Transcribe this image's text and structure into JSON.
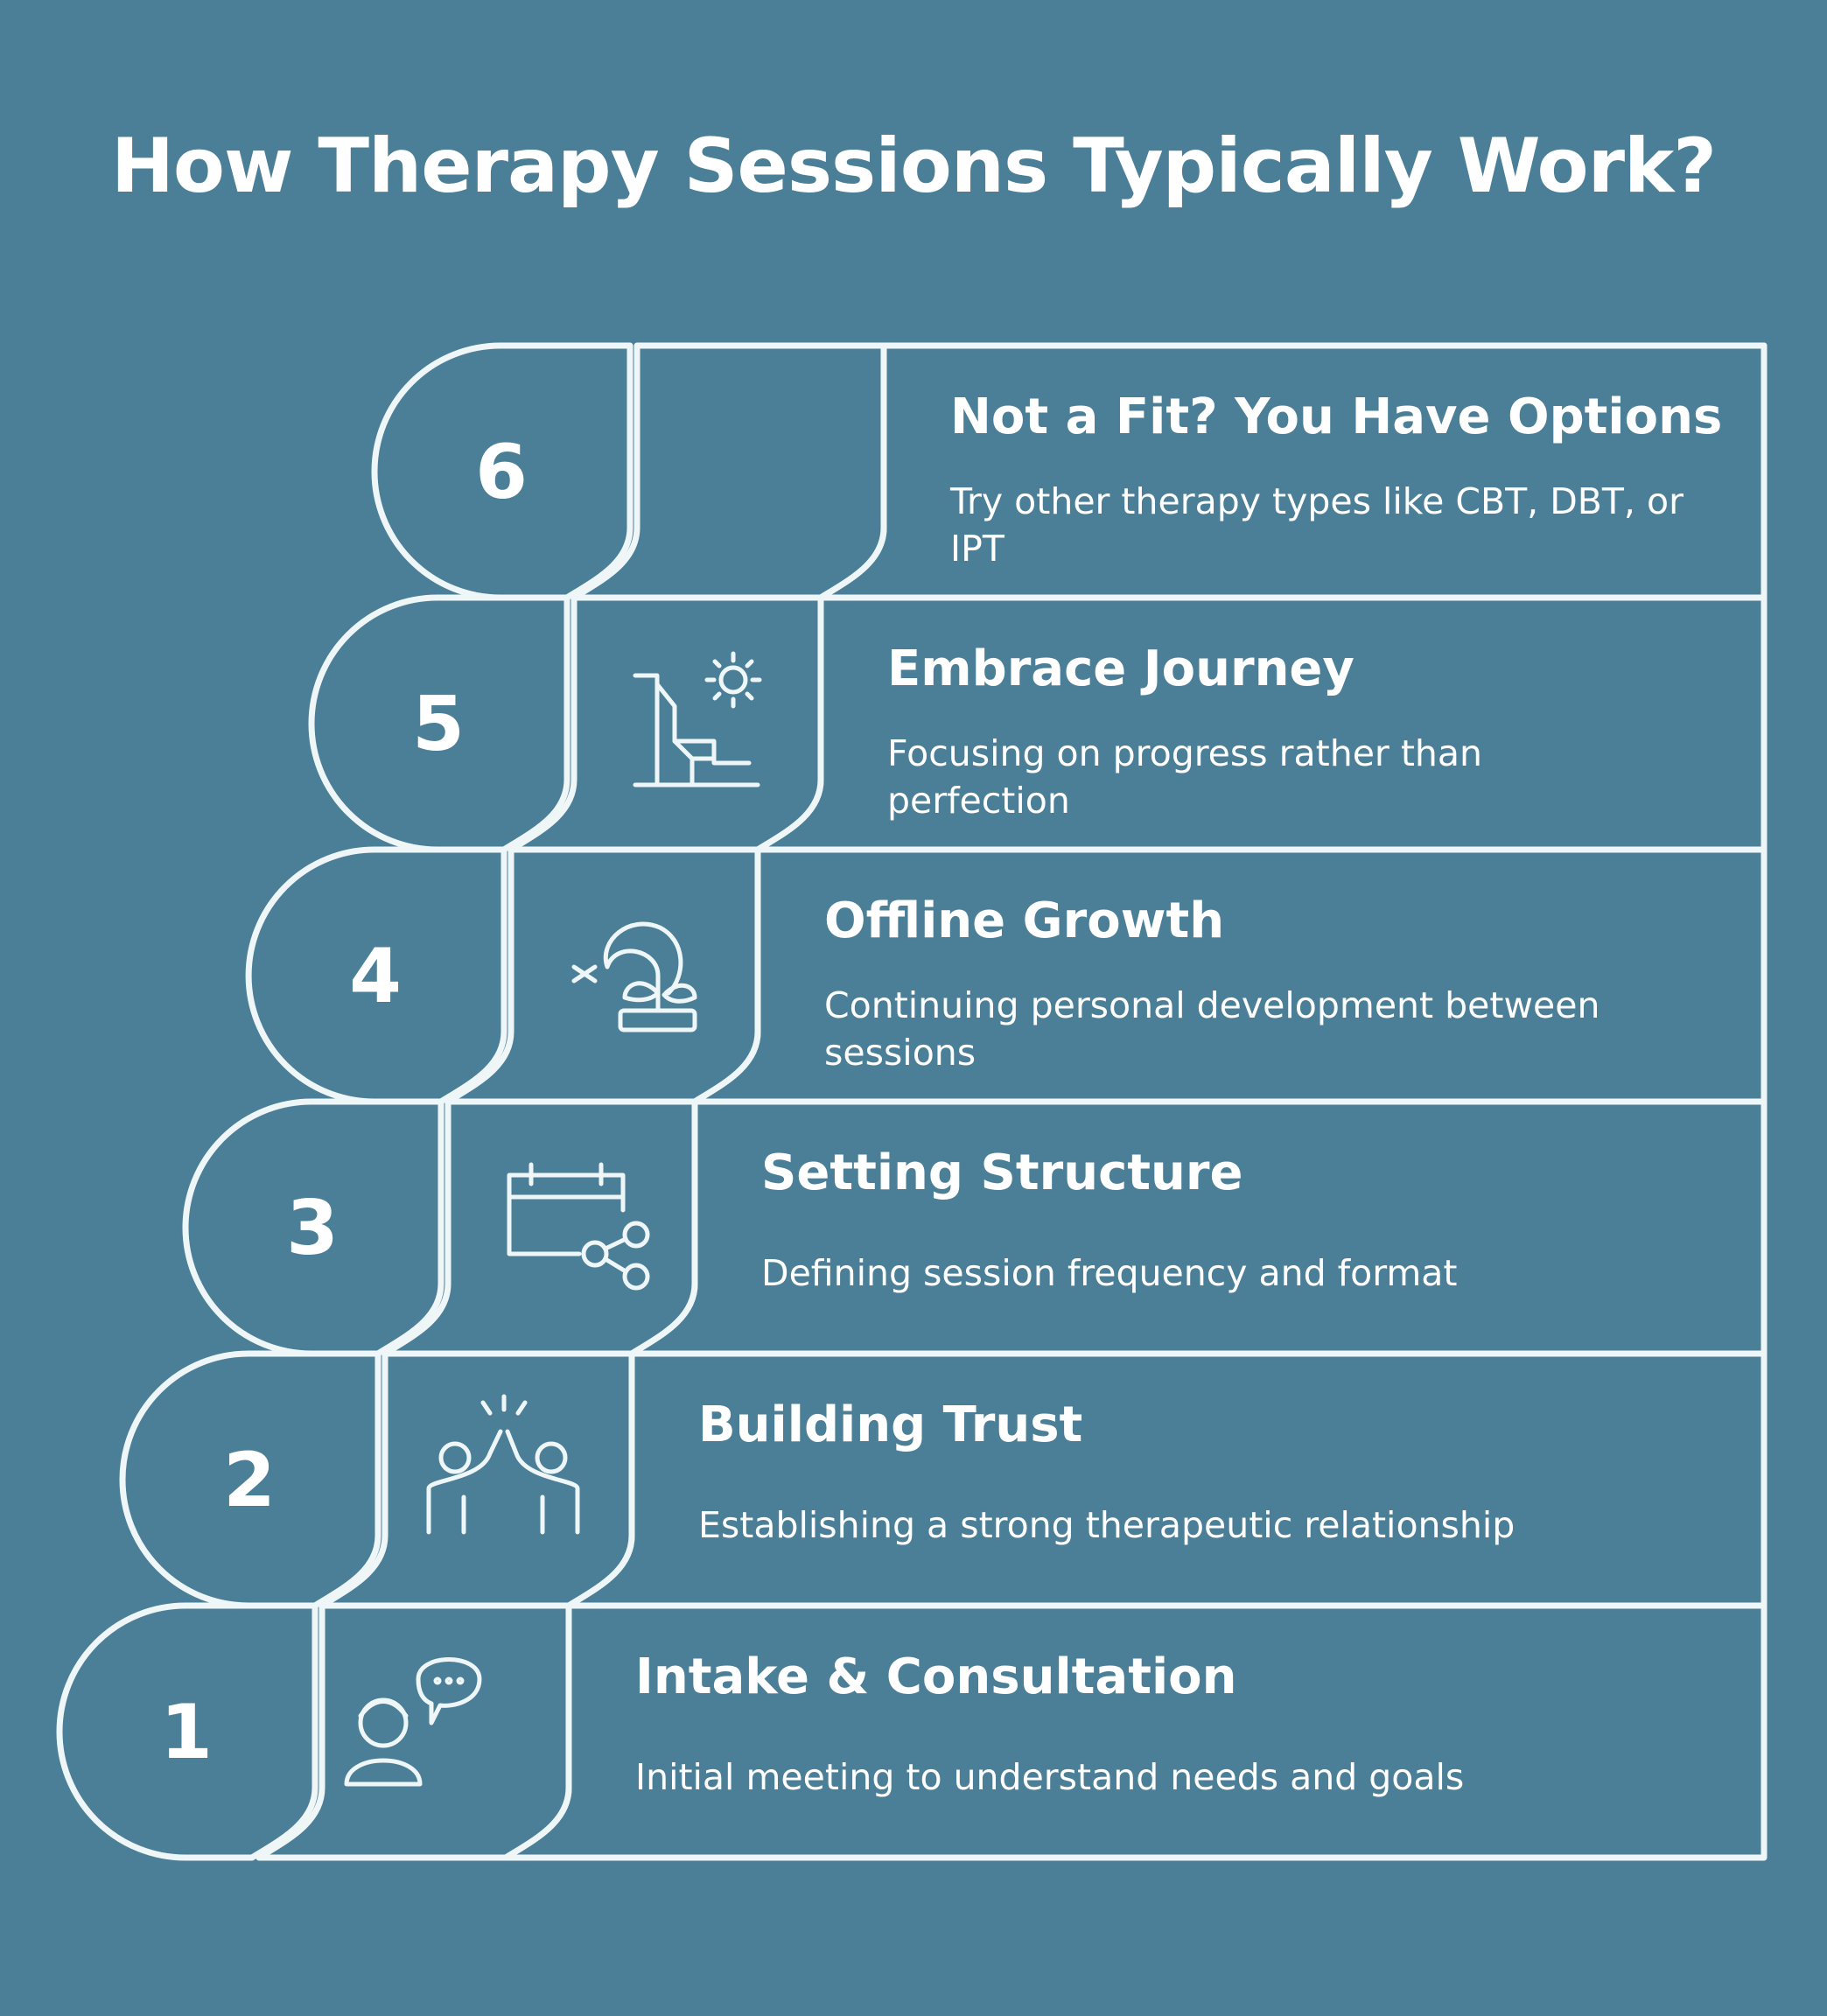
{
  "title": "How Therapy Sessions Typically Work?",
  "colors": {
    "background": "#4b7f97",
    "outline": "#eef6f8",
    "text": "#ffffff"
  },
  "steps": [
    {
      "number": "1",
      "title": "Intake & Consultation",
      "desc": [
        "Initial meeting to understand needs and goals"
      ],
      "icon": "consultation-chat-icon"
    },
    {
      "number": "2",
      "title": "Building Trust",
      "desc": [
        "Establishing a strong therapeutic relationship"
      ],
      "icon": "high-five-icon"
    },
    {
      "number": "3",
      "title": "Setting Structure",
      "desc": [
        "Defining session frequency and format"
      ],
      "icon": "calendar-share-icon"
    },
    {
      "number": "4",
      "title": "Offline Growth",
      "desc": [
        "Continuing personal development between",
        "sessions"
      ],
      "icon": "growing-plant-icon"
    },
    {
      "number": "5",
      "title": "Embrace Journey",
      "desc": [
        "Focusing on progress rather than",
        "perfection"
      ],
      "icon": "sunrise-stairs-icon"
    },
    {
      "number": "6",
      "title": "Not a Fit? You Have Options",
      "desc": [
        "Try other therapy types like CBT, DBT, or",
        "IPT"
      ],
      "icon": ""
    }
  ]
}
